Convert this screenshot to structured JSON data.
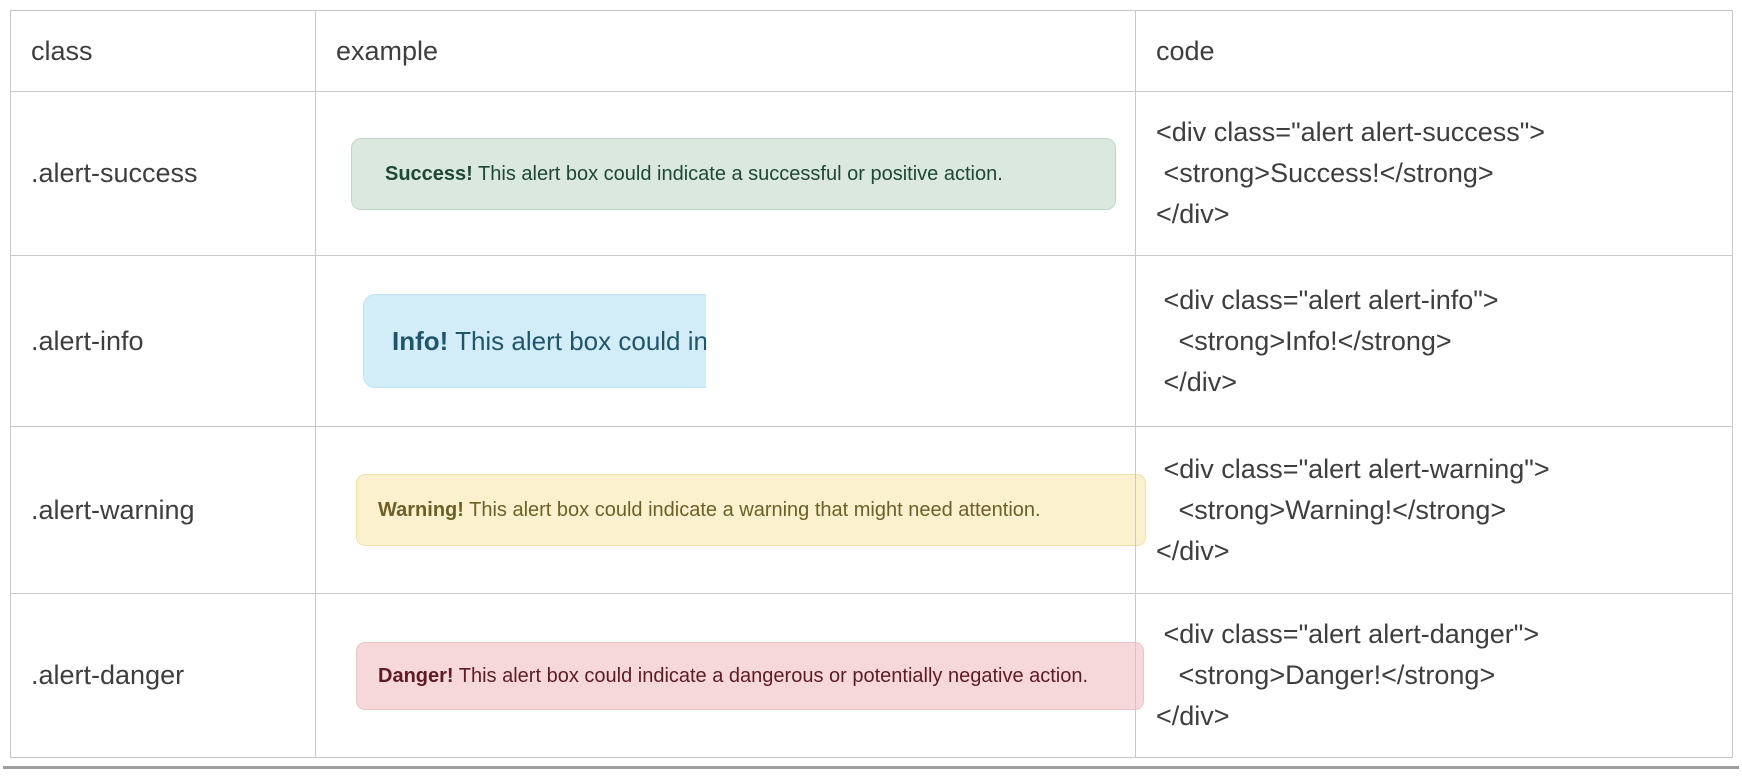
{
  "colors": {
    "border": "#c8c8c8",
    "text": "#3e3e3e",
    "rule": "#9e9e9e"
  },
  "table": {
    "headers": [
      {
        "label": "class"
      },
      {
        "label": "example"
      },
      {
        "label": "code"
      }
    ],
    "rows": [
      {
        "class_name": ".alert-success",
        "alert": {
          "variant": "success",
          "bold": "Success!",
          "text": "This alert box could indicate a successful or positive action.",
          "bg": "#dae8de",
          "border": "#c0d7c8",
          "color": "#1e4734"
        },
        "code_lines": [
          "<div class=\"alert alert-success\">",
          " <strong>Success!</strong>",
          "</div>"
        ]
      },
      {
        "class_name": ".alert-info",
        "alert": {
          "variant": "info",
          "bold": "Info!",
          "text": "This alert box could in",
          "clipped": true,
          "bg": "#d3edf8",
          "border": "#bde4f1",
          "color": "#20566c"
        },
        "code_lines": [
          " <div class=\"alert alert-info\">",
          "   <strong>Info!</strong>",
          " </div>"
        ]
      },
      {
        "class_name": ".alert-warning",
        "alert": {
          "variant": "warning",
          "bold": "Warning!",
          "text": "This alert box could indicate a warning that might need attention.",
          "bg": "#fbf1cf",
          "border": "#f0e1aa",
          "color": "#6c6026"
        },
        "code_lines": [
          " <div class=\"alert alert-warning\">",
          "   <strong>Warning!</strong>",
          "</div>"
        ]
      },
      {
        "class_name": ".alert-danger",
        "alert": {
          "variant": "danger",
          "bold": "Danger!",
          "text": "This alert box could indicate a dangerous or potentially negative action.",
          "bg": "#f6d8db",
          "border": "#edc3c9",
          "color": "#5d1b26"
        },
        "code_lines": [
          " <div class=\"alert alert-danger\">",
          "   <strong>Danger!</strong>",
          "</div>"
        ]
      }
    ]
  }
}
